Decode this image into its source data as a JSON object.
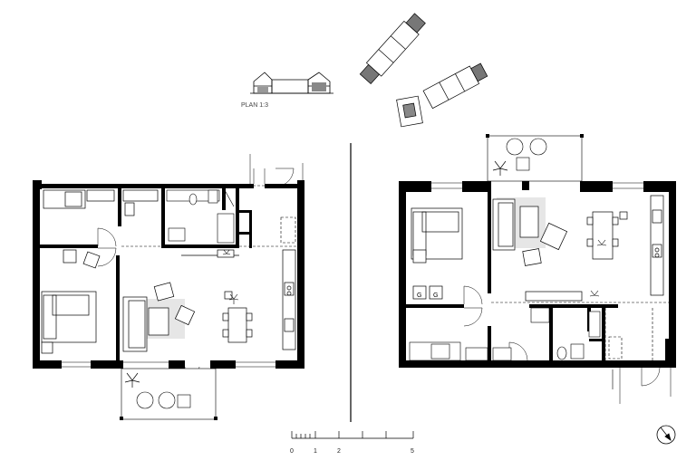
{
  "sheet": {
    "plan_label": "PLAN 1:3",
    "scale_bar": {
      "labels": [
        "0",
        "1",
        "2",
        "5"
      ]
    }
  },
  "colors": {
    "ink": "#000000",
    "rug": "#e6e6e6",
    "roof": "#777777",
    "line": "#333333"
  },
  "icons": [
    "north-arrow-icon",
    "plant-icon",
    "bed-icon",
    "sofa-icon",
    "toilet-icon",
    "door-swing-icon"
  ]
}
